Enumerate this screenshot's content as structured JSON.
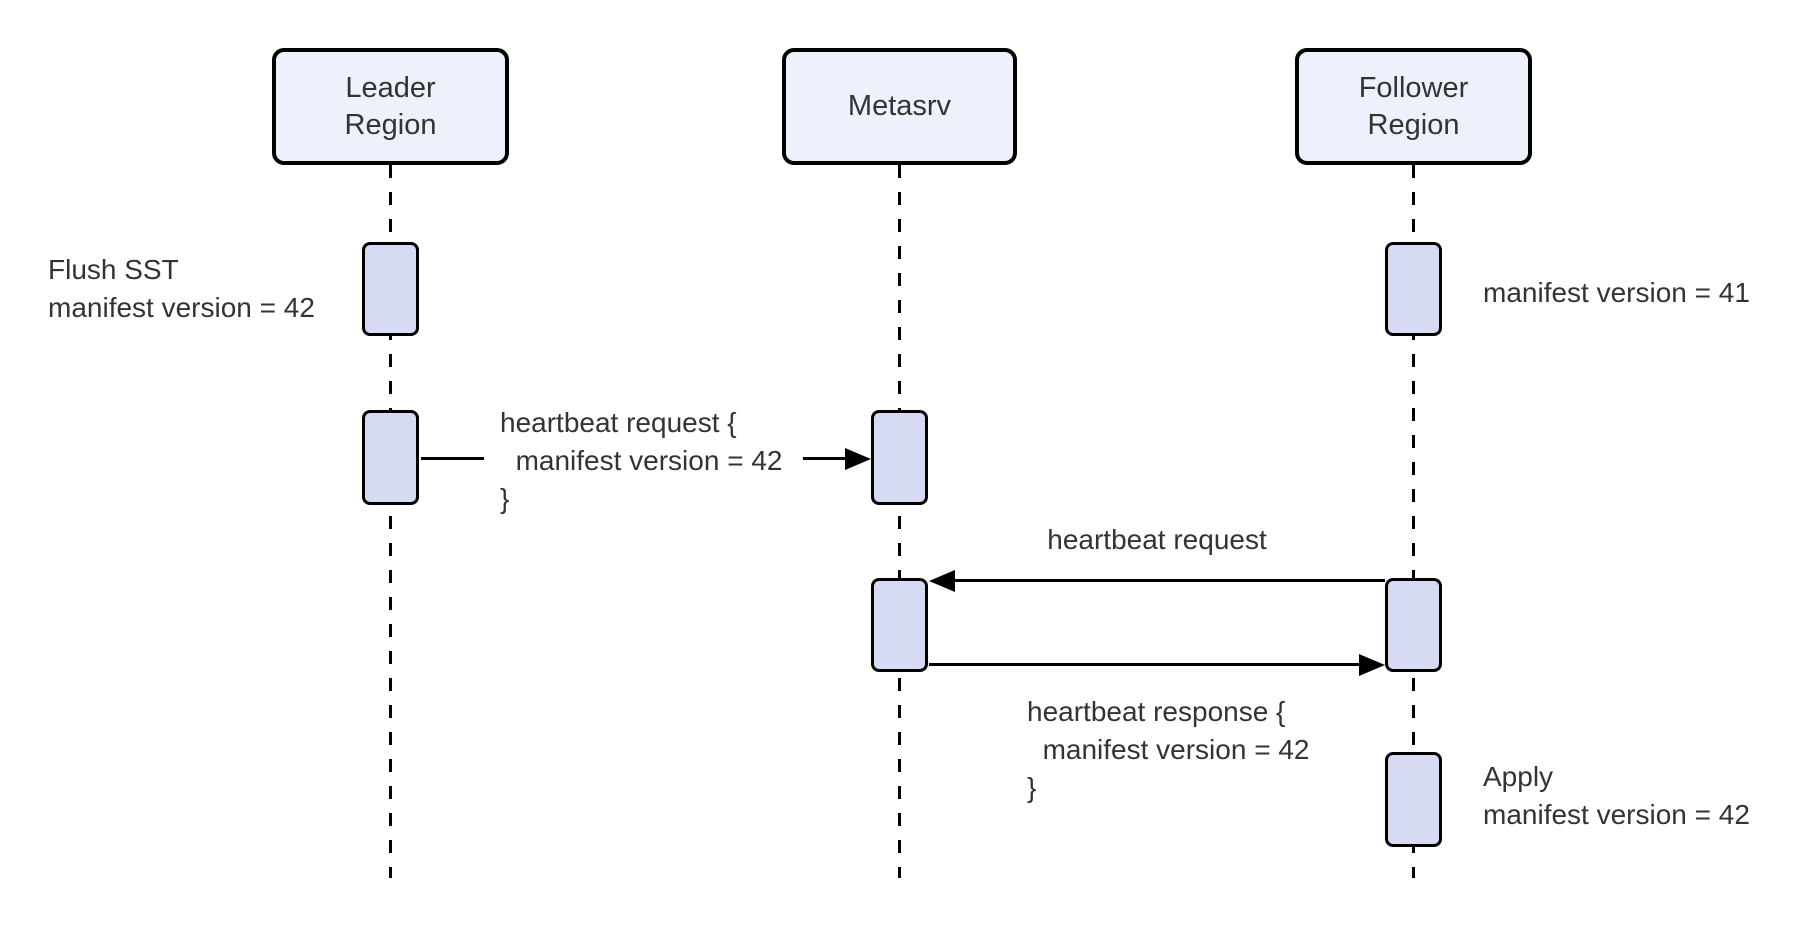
{
  "diagram": {
    "type": "sequence",
    "participants": [
      {
        "id": "leader-region",
        "label": "Leader\nRegion"
      },
      {
        "id": "metasrv",
        "label": "Metasrv"
      },
      {
        "id": "follower-region",
        "label": "Follower\nRegion"
      }
    ],
    "notes": [
      {
        "anchor": "left-of-leader-region",
        "label": "Flush SST\nmanifest version = 42"
      },
      {
        "anchor": "right-of-follower-region",
        "label": "manifest version = 41"
      },
      {
        "anchor": "right-of-follower-region",
        "label": "Apply\nmanifest version = 42"
      }
    ],
    "messages": [
      {
        "from": "leader-region",
        "to": "metasrv",
        "label": "heartbeat request {\n  manifest version = 42\n}"
      },
      {
        "from": "follower-region",
        "to": "metasrv",
        "label": "heartbeat request"
      },
      {
        "from": "metasrv",
        "to": "follower-region",
        "label": "heartbeat response {\n  manifest version = 42\n}"
      }
    ],
    "colors": {
      "background": "#ffffff",
      "participant_fill": "#edf1fb",
      "activation_fill": "#d6daf3",
      "stroke": "#000000",
      "text": "#333333"
    }
  }
}
